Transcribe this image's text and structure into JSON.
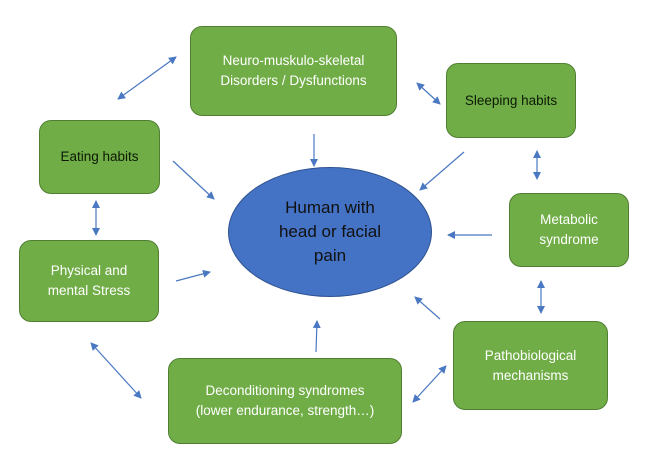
{
  "center": {
    "lines": [
      "Human with",
      "head or facial",
      "pain"
    ]
  },
  "nodes": {
    "neuro": {
      "lines": [
        "Neuro-muskulo-skeletal",
        "Disorders / Dysfunctions"
      ]
    },
    "sleep": {
      "lines": [
        "Sleeping habits"
      ]
    },
    "eating": {
      "lines": [
        "Eating habits"
      ]
    },
    "metabolic": {
      "lines": [
        "Metabolic",
        "syndrome"
      ]
    },
    "stress": {
      "lines": [
        "Physical and",
        "mental Stress"
      ]
    },
    "patho": {
      "lines": [
        "Pathobiological",
        "mechanisms"
      ]
    },
    "decon": {
      "lines": [
        "Deconditioning syndromes",
        "(lower endurance, strength…)"
      ]
    }
  },
  "colors": {
    "box_fill": "#70ad47",
    "box_border": "#507e32",
    "center_fill": "#4472c4",
    "arrow": "#4a78c2"
  }
}
